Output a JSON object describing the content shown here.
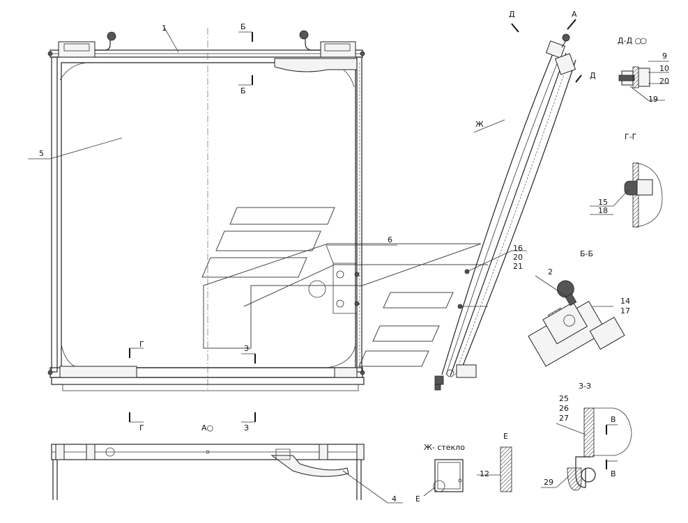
{
  "callouts": {
    "c1": "1",
    "c2": "2",
    "c4": "4",
    "c5": "5",
    "c6": "6",
    "c9": "9",
    "c10": "10",
    "c12": "12",
    "c14": "14",
    "c15": "15",
    "c16": "16",
    "c17": "17",
    "c18": "18",
    "c19": "19",
    "c20a": "20",
    "c20b": "20",
    "c21": "21",
    "c25": "25",
    "c26": "26",
    "c27": "27",
    "c29": "29"
  },
  "section_marks": {
    "B_top": "Б",
    "B_bottom": "Б",
    "G_left_top": "Г",
    "G_left_bottom": "Г",
    "Z_top": "З",
    "Z_bottom": "З",
    "D_top": "Д",
    "D_bottom": "Д",
    "A_arrow": "А",
    "Zh_arrow": "Ж",
    "V_top": "В",
    "V_bottom": "В",
    "E_lead": "Е"
  },
  "view_titles": {
    "view_DD": "Д-Д",
    "view_GG": "Г-Г",
    "view_BB": "Б-Б",
    "view_ZZ": "З-З",
    "view_A": "А",
    "view_Zh": "Ж- стекло",
    "view_E": "Е"
  }
}
